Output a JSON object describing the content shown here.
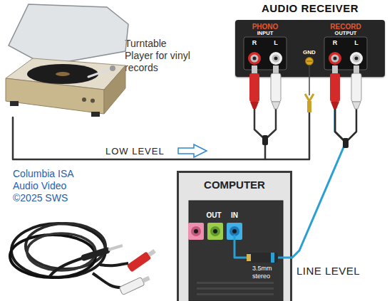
{
  "diagram": {
    "nodes": [
      {
        "text": [
          "Turntable Player for vinyl records"
        ]
      },
      {
        "text": [
          "AUDIO RECEIVER"
        ]
      },
      {
        "text": [
          "COMPUTER"
        ]
      }
    ],
    "edges": [
      {
        "from": 0,
        "to": 1,
        "arrow": "none",
        "label": "LOW LEVEL"
      },
      {
        "from": 1,
        "to": 2,
        "arrow": "none",
        "label": "LINE LEVEL"
      }
    ],
    "labels": [
      "PHONO",
      "INPUT",
      "R",
      "L",
      "GND",
      "RECORD",
      "OUTPUT",
      "R",
      "L",
      "OUT",
      "IN",
      "3.5mm stereo",
      "Columbia ISA Audio Video ©2025 SWS"
    ]
  }
}
